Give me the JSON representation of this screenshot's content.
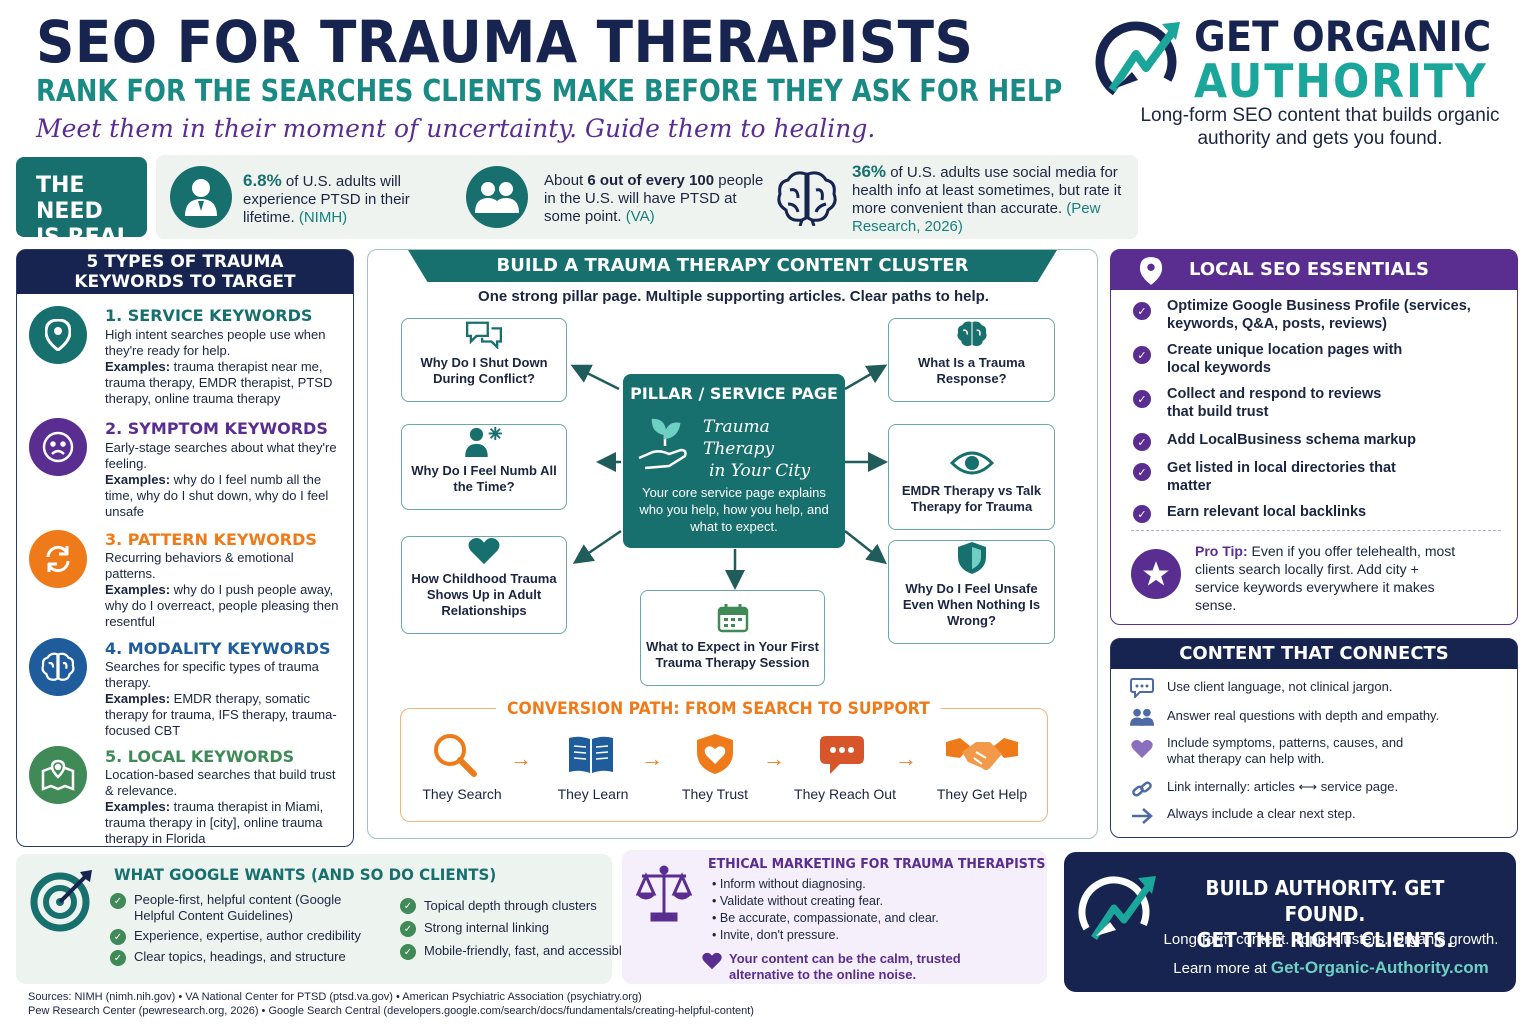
{
  "header": {
    "title": "SEO FOR TRAUMA THERAPISTS",
    "subtitle": "RANK FOR THE SEARCHES CLIENTS MAKE BEFORE THEY ASK FOR HELP",
    "tagline": "Meet them in their moment of uncertainty. Guide them to healing.",
    "brand_line1": "GET ORGANIC",
    "brand_line2": "AUTHORITY",
    "brand_desc": "Long-form SEO content that builds organic authority and gets you found."
  },
  "need": {
    "label_line1": "THE NEED",
    "label_line2": "IS REAL",
    "stats": [
      {
        "big": "6.8%",
        "text": " of U.S. adults will experience PTSD in their lifetime. ",
        "source": "(NIMH)",
        "icon": "person-icon"
      },
      {
        "pre": "About ",
        "big": "6 out of every 100",
        "text": " people in the U.S. will have PTSD at some point. ",
        "source": "(VA)",
        "icon": "people-icon"
      },
      {
        "big": "36%",
        "text": " of U.S. adults use social media for health info at least sometimes, but rate it more convenient than accurate. ",
        "source": "(Pew Research, 2026)",
        "icon": "brain-icon"
      }
    ]
  },
  "keywords": {
    "heading_line1": "5 TYPES OF TRAUMA",
    "heading_line2": "KEYWORDS TO TARGET",
    "examples_label": "Examples:",
    "items": [
      {
        "title": "1. SERVICE KEYWORDS",
        "desc": "High intent searches people use when they're ready for help.",
        "examples": " trauma therapist near me, trauma therapy, EMDR therapist, PTSD therapy, online trauma therapy",
        "color": "#17706e",
        "icon": "location-pin-icon"
      },
      {
        "title": "2. SYMPTOM KEYWORDS",
        "desc": "Early-stage searches about what they're feeling.",
        "examples": " why do I feel numb all the time, why do I shut down, why do I feel unsafe",
        "color": "#5a2d91",
        "icon": "sad-face-icon"
      },
      {
        "title": "3. PATTERN KEYWORDS",
        "desc": "Recurring behaviors & emotional patterns.",
        "examples": " why do I push people away, why do I overreact, people pleasing then resentful",
        "color": "#ef7a1a",
        "icon": "refresh-icon"
      },
      {
        "title": "4. MODALITY KEYWORDS",
        "desc": "Searches for specific types of trauma therapy.",
        "examples": " EMDR therapy, somatic therapy for trauma, IFS therapy, trauma-focused CBT",
        "color": "#1f5c9c",
        "icon": "brain-icon"
      },
      {
        "title": "5. LOCAL KEYWORDS",
        "desc": "Location-based searches that build trust & relevance.",
        "examples": " trauma therapist in Miami, trauma therapy in [city], online trauma therapy in Florida",
        "color": "#3f8a57",
        "icon": "map-icon"
      }
    ]
  },
  "cluster": {
    "heading": "BUILD A TRAUMA THERAPY CONTENT CLUSTER",
    "intro": "One strong pillar page. Multiple supporting articles. Clear paths to help.",
    "pillar_title": "PILLAR / SERVICE PAGE",
    "pillar_script_line1": "Trauma Therapy",
    "pillar_script_line2": "in Your City",
    "pillar_desc": "Your core service page explains who you help, how you help, and what to expect.",
    "articles": [
      {
        "label": "Why Do I Shut Down During Conflict?",
        "icon": "chat-bubbles-icon"
      },
      {
        "label": "Why Do I Feel Numb All the Time?",
        "icon": "person-snow-icon"
      },
      {
        "label": "How Childhood Trauma Shows Up in Adult Relationships",
        "icon": "heart-icon"
      },
      {
        "label": "What Is a Trauma Response?",
        "icon": "brain-icon"
      },
      {
        "label": "EMDR Therapy vs Talk Therapy for Trauma",
        "icon": "eye-icon"
      },
      {
        "label": "Why Do I Feel Unsafe Even When Nothing Is Wrong?",
        "icon": "shield-icon"
      },
      {
        "label": "What to Expect in Your First Trauma Therapy Session",
        "icon": "calendar-icon"
      }
    ],
    "conversion_heading": "CONVERSION PATH: FROM SEARCH TO SUPPORT",
    "conversion_steps": [
      {
        "label": "They Search",
        "icon": "magnifier-icon"
      },
      {
        "label": "They Learn",
        "icon": "book-icon"
      },
      {
        "label": "They Trust",
        "icon": "heart-shield-icon"
      },
      {
        "label": "They Reach Out",
        "icon": "chat-icon"
      },
      {
        "label": "They Get Help",
        "icon": "handshake-icon"
      }
    ]
  },
  "local_seo": {
    "heading": "LOCAL SEO ESSENTIALS",
    "items": [
      "Optimize Google Business Profile (services, keywords, Q&A, posts, reviews)",
      "Create unique location pages with local keywords",
      "Collect and respond to reviews that build trust",
      "Add LocalBusiness schema markup",
      "Get listed in local directories that matter",
      "Earn relevant local backlinks"
    ],
    "pro_tip_label": "Pro Tip:",
    "pro_tip": " Even if you offer telehealth, most clients search locally first. Add city + service keywords everywhere it makes sense."
  },
  "connects": {
    "heading": "CONTENT THAT CONNECTS",
    "items": [
      {
        "text": "Use client language, not clinical jargon.",
        "icon": "chat-icon"
      },
      {
        "text": "Answer real questions with depth and empathy.",
        "icon": "people-icon"
      },
      {
        "text": "Include symptoms, patterns, causes, and what therapy can help with.",
        "icon": "heart-icon"
      },
      {
        "text": "Link internally: articles ⟷ service page.",
        "icon": "link-icon"
      },
      {
        "text": "Always include a clear next step.",
        "icon": "arrow-icon"
      }
    ]
  },
  "google": {
    "heading": "WHAT GOOGLE WANTS (AND SO DO CLIENTS)",
    "col1": [
      "People-first, helpful content (Google Helpful Content Guidelines)",
      "Experience, expertise, author credibility",
      "Clear topics, headings, and structure"
    ],
    "col2": [
      "Topical depth through clusters",
      "Strong internal linking",
      "Mobile-friendly, fast, and accessible"
    ]
  },
  "ethics": {
    "heading": "ETHICAL MARKETING FOR TRAUMA THERAPISTS",
    "items": [
      "Inform without diagnosing.",
      "Validate without creating fear.",
      "Be accurate, compassionate, and clear.",
      "Invite, don't pressure."
    ],
    "closing": "Your content can be the calm, trusted alternative to the online noise."
  },
  "cta": {
    "line1": "BUILD AUTHORITY. GET FOUND.",
    "line2": "GET THE RIGHT CLIENTS.",
    "desc": "Long-form content. Topic clusters. Organic growth.",
    "learn": "Learn more at ",
    "url": "Get-Organic-Authority.com"
  },
  "sources": {
    "line1": "Sources: NIMH (nimh.nih.gov) • VA National Center for PTSD (ptsd.va.gov) • American Psychiatric Association (psychiatry.org)",
    "line2": "Pew Research Center (pewresearch.org, 2026) • Google Search Central (developers.google.com/search/docs/fundamentals/creating-helpful-content)"
  },
  "colors": {
    "navy": "#16244f",
    "teal": "#17706e",
    "purple": "#5a2d91",
    "orange": "#ef7a1a",
    "green": "#3f8a57"
  }
}
